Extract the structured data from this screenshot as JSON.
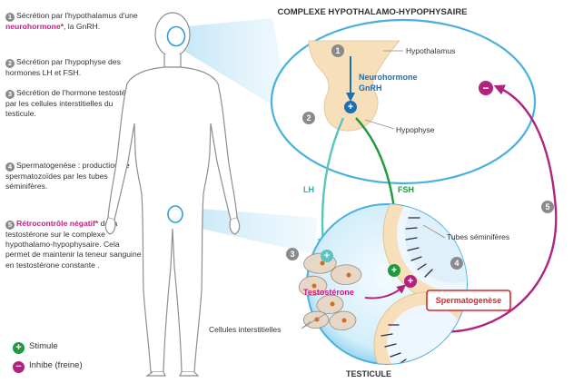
{
  "title": "COMPLEXE HYPOTHALAMO-HYPOPHYSAIRE",
  "colors": {
    "stimulate": "#1f9a3e",
    "inhibit": "#b0237e",
    "accent": "#c41e83",
    "hormone_blue": "#1d6fb0",
    "oval_stroke": "#49b0e0",
    "badge_grey": "#8a8a8a",
    "skin": "#f6dfb9",
    "spermato_red": "#d3282e"
  },
  "steps": [
    {
      "num": "1",
      "pre": "Sécrétion par l'hypothalamus d'une ",
      "em": "neurohormone*",
      "post": ", la GnRH."
    },
    {
      "num": "2",
      "pre": "Sécrétion par l'hypophyse des hormones LH et FSH.",
      "em": "",
      "post": ""
    },
    {
      "num": "3",
      "pre": "Sécrétion de l'hormone testostérone par les cellules interstitielles du testicule.",
      "em": "",
      "post": ""
    },
    {
      "num": "4",
      "pre": "Spermatogenèse : production de spermatozoïdes par les tubes séminifères.",
      "em": "",
      "post": ""
    },
    {
      "num": "5",
      "pre": "",
      "em": "Rétrocontrôle négatif*",
      "post": " de la testostérone sur le complexe hypothalamo-hypophysaire. Cela permet de maintenir la teneur sanguine en testostérone constante ."
    }
  ],
  "legend": [
    {
      "symbol": "+",
      "label": "Stimule",
      "color": "#1f9a3e"
    },
    {
      "symbol": "−",
      "label": "Inhibe (freine)",
      "color": "#b0237e"
    }
  ],
  "labels": {
    "hypothalamus": "Hypothalamus",
    "neurohormone_line1": "Neurohormone",
    "neurohormone_line2": "GnRH",
    "hypophyse": "Hypophyse",
    "lh": "LH",
    "fsh": "FSH",
    "tubes": "Tubes séminifères",
    "testosterone": "Testostérone",
    "spermatogenese": "Spermatogenèse",
    "cellules": "Cellules interstitielles",
    "testicule": "TESTICULE"
  },
  "badges": {
    "b1": "1",
    "b2": "2",
    "b3": "3",
    "b4": "4",
    "b5": "5"
  },
  "symbols": {
    "plus": "+",
    "minus": "−"
  }
}
